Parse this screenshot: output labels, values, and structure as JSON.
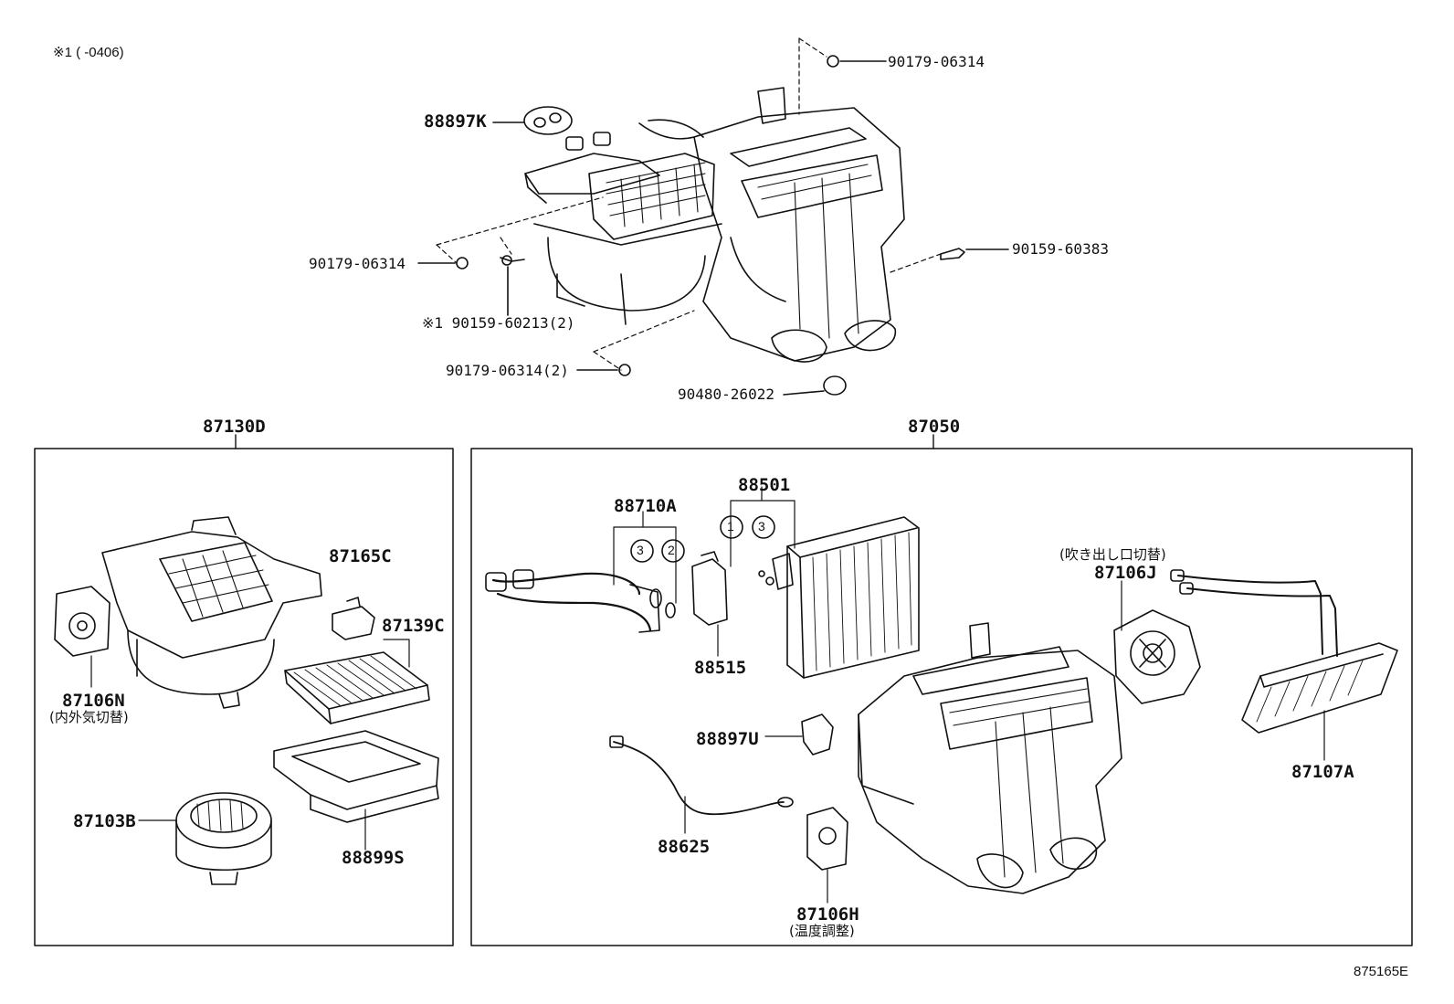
{
  "note": "※1 (    -0406)",
  "figure_code": "875165E",
  "assemblies": {
    "left": "87130D",
    "right": "87050"
  },
  "top_labels": {
    "p88897K": "88897K",
    "p90179_top": "90179-06314",
    "p90179_left": "90179-06314",
    "p90159_60383": "90159-60383",
    "p90159_60213": "※1 90159-60213(2)",
    "p90179_x2": "90179-06314(2)",
    "p90480": "90480-26022"
  },
  "left_box": {
    "p87165C": "87165C",
    "p87139C": "87139C",
    "p87106N": "87106N",
    "p87106N_sub": "(内外気切替)",
    "p87103B": "87103B",
    "p88899S": "88899S"
  },
  "right_box": {
    "p88710A": "88710A",
    "p88501": "88501",
    "p88515": "88515",
    "p88897U": "88897U",
    "p88625": "88625",
    "p87106H": "87106H",
    "p87106H_sub": "(温度調整)",
    "p87106J_sub": "(吹き出し口切替)",
    "p87106J": "87106J",
    "p87107A": "87107A",
    "circle_3a": "3",
    "circle_2": "2",
    "circle_1": "1",
    "circle_3b": "3"
  }
}
